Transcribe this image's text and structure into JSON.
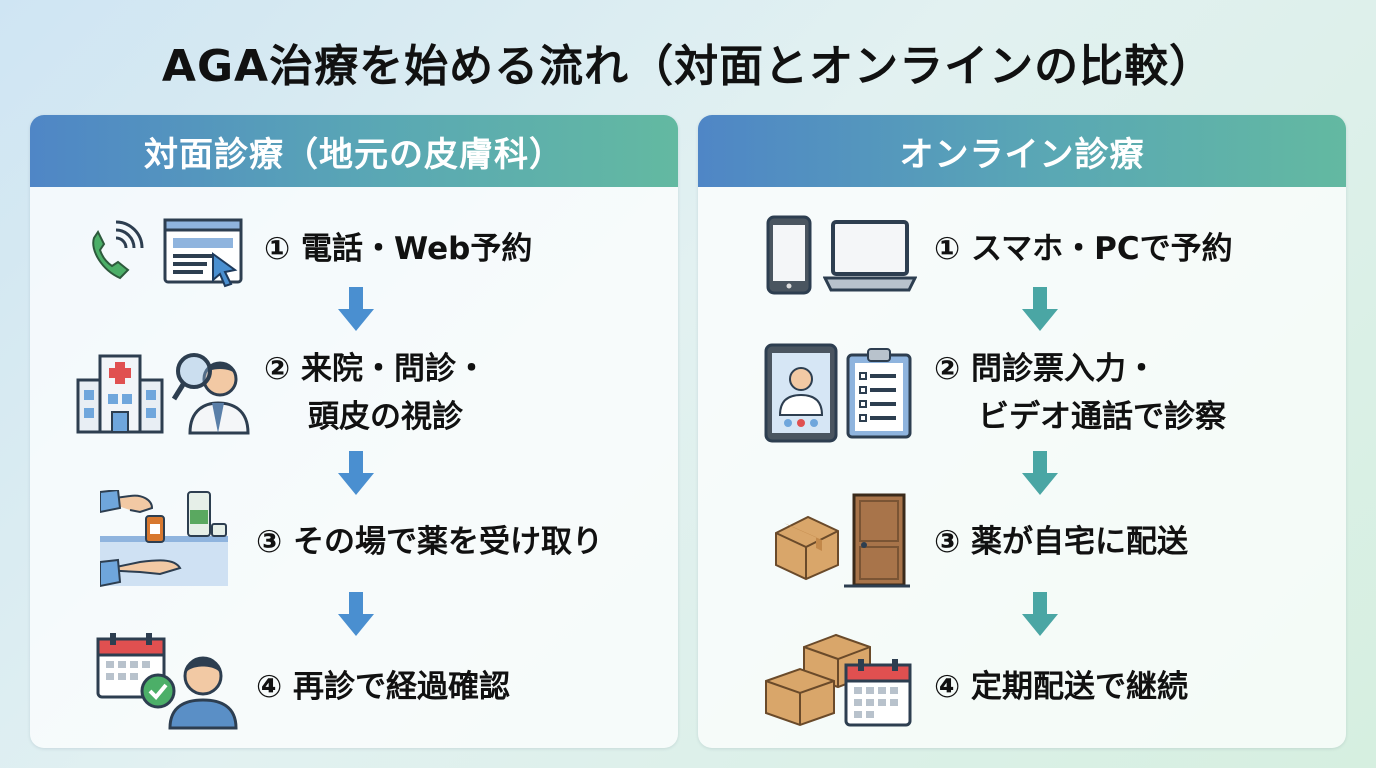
{
  "title": "AGA治療を始める流れ（対面とオンラインの比較）",
  "left": {
    "header": "対面診療（地元の皮膚科）",
    "steps": [
      {
        "label": "① 電話・Web予約"
      },
      {
        "label_line1": "② 来院・問診・",
        "label_line2": "頭皮の視診"
      },
      {
        "label": "③ その場で薬を受け取り"
      },
      {
        "label": "④ 再診で経過確認"
      }
    ]
  },
  "right": {
    "header": "オンライン診療",
    "steps": [
      {
        "label": "① スマホ・PCで予約"
      },
      {
        "label_line1": "② 問診票入力・",
        "label_line2": "ビデオ通話で診察"
      },
      {
        "label": "③ 薬が自宅に配送"
      },
      {
        "label": "④ 定期配送で継続"
      }
    ]
  },
  "colors": {
    "arrow_left": "#4a8fd0",
    "arrow_right": "#4aa6a4",
    "header_start": "#4f86c6",
    "header_end": "#63b9a1"
  }
}
